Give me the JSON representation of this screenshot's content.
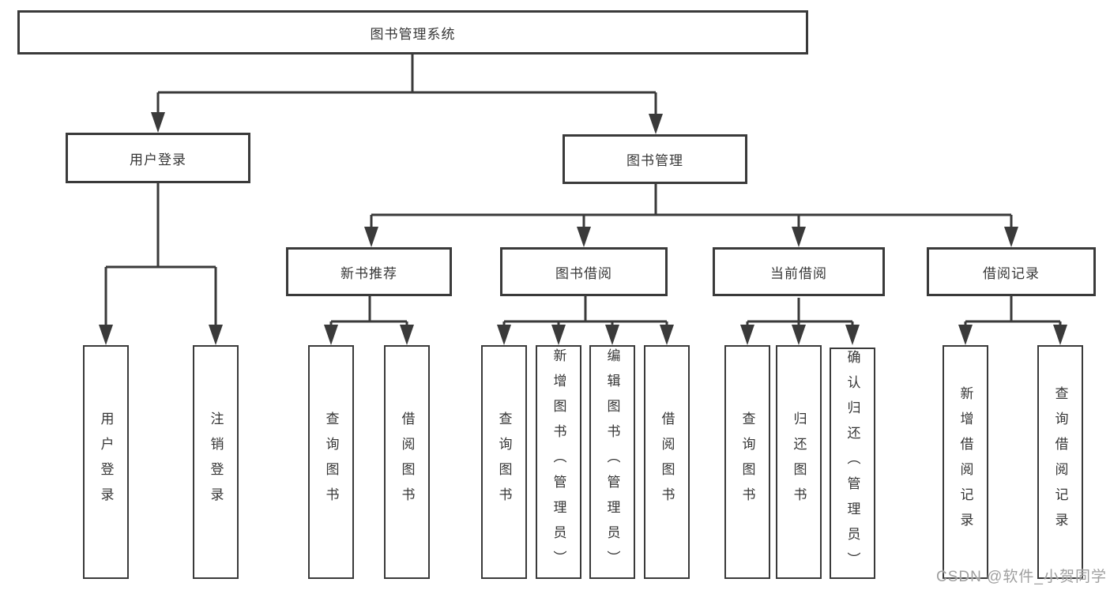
{
  "diagram": {
    "title_node": {
      "label": "图书管理系统"
    },
    "level2": [
      {
        "label": "用户登录"
      },
      {
        "label": "图书管理"
      }
    ],
    "level3": [
      {
        "label": "新书推荐"
      },
      {
        "label": "图书借阅"
      },
      {
        "label": "当前借阅"
      },
      {
        "label": "借阅记录"
      }
    ],
    "leaves": {
      "user_login": [
        "用户登录",
        "注销登录"
      ],
      "new_book": [
        "查询图书",
        "借阅图书"
      ],
      "book_borrow": [
        "查询图书",
        "新增图书（管理员）",
        "编辑图书（管理员）",
        "借阅图书"
      ],
      "current_borrow": [
        "查询图书",
        "归还图书",
        "确认归还（管理员）"
      ],
      "borrow_record": [
        "新增借阅记录",
        "查询借阅记录"
      ]
    }
  },
  "watermark": "CSDN @软件_小贺同学",
  "colors": {
    "line": "#3a3a3a",
    "box_border": "#3a3a3a",
    "text": "#363636",
    "watermark_text": "#9f9f9f",
    "background": "#ffffff"
  }
}
